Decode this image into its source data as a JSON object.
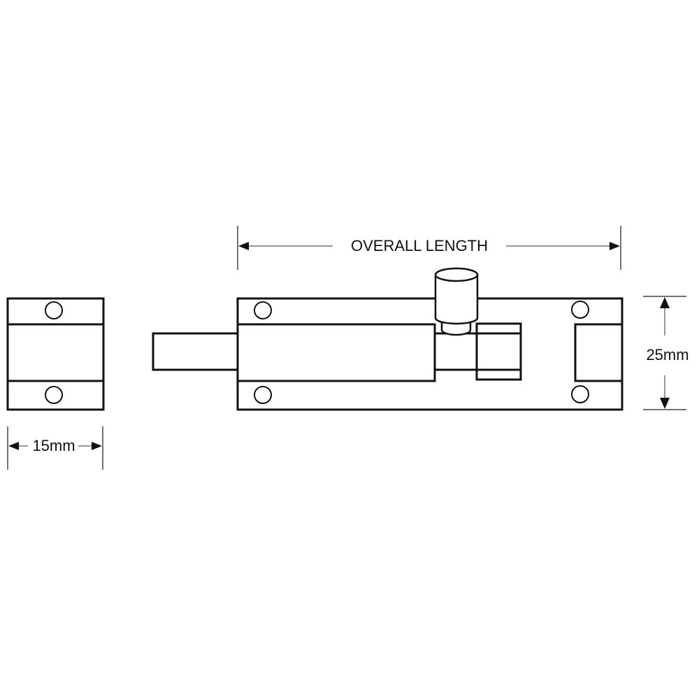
{
  "dimensions": {
    "overall_length": "OVERALL LENGTH",
    "height": "25mm",
    "width": "15mm"
  },
  "colors": {
    "line": "#111111",
    "dimension_line": "#777777",
    "background": "#ffffff"
  }
}
